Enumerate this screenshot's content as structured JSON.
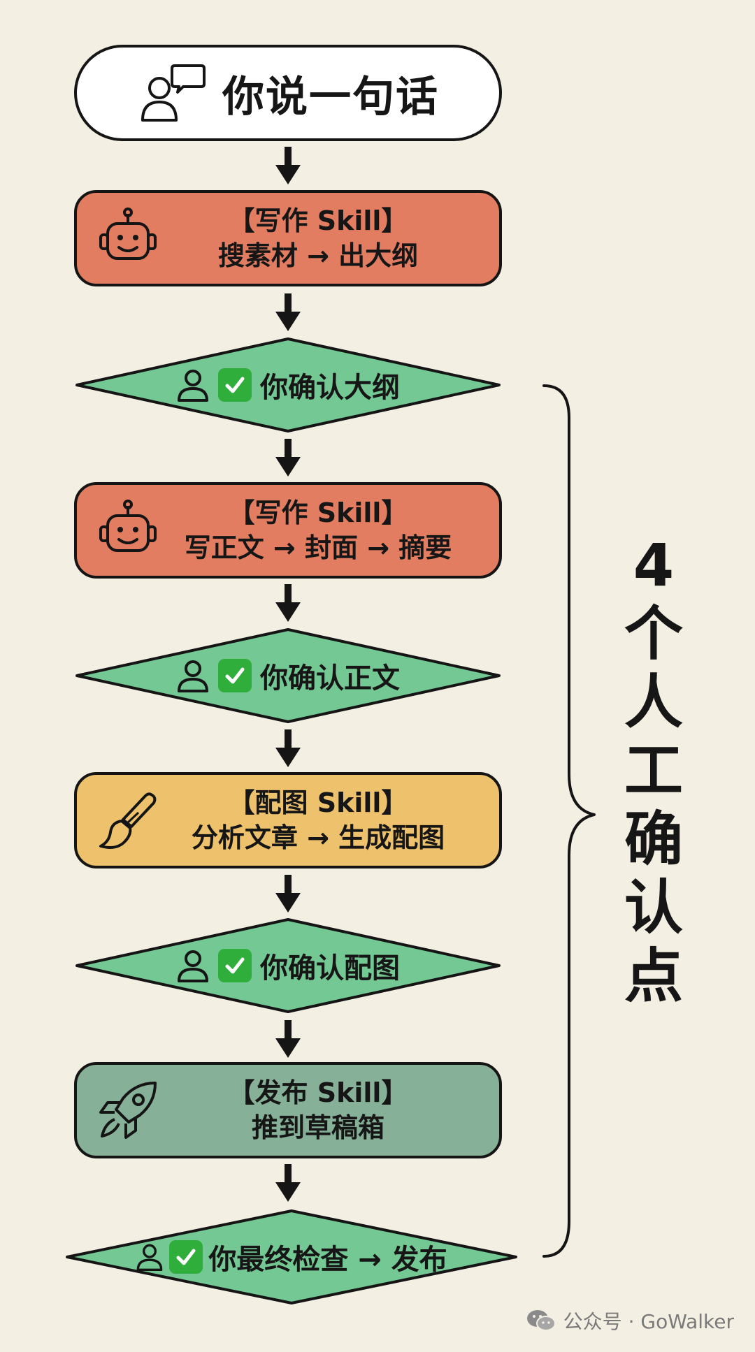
{
  "start": {
    "title": "你说一句话"
  },
  "steps": [
    {
      "type": "skill",
      "color": "#e27d61",
      "icon": "robot-icon",
      "title": "【写作 Skill】",
      "subtitle": "搜素材 → 出大纲"
    },
    {
      "type": "confirm",
      "text": "你确认大纲"
    },
    {
      "type": "skill",
      "color": "#e27d61",
      "icon": "robot-icon",
      "title": "【写作 Skill】",
      "subtitle": "写正文 → 封面 → 摘要"
    },
    {
      "type": "confirm",
      "text": "你确认正文"
    },
    {
      "type": "skill",
      "color": "#eec26c",
      "icon": "paintbrush-icon",
      "title": "【配图 Skill】",
      "subtitle": "分析文章 → 生成配图"
    },
    {
      "type": "confirm",
      "text": "你确认配图"
    },
    {
      "type": "skill",
      "color": "#86b098",
      "icon": "rocket-icon",
      "title": "【发布 Skill】",
      "subtitle": "推到草稿箱"
    },
    {
      "type": "confirm",
      "text": "你最终检查 → 发布"
    }
  ],
  "side_label": "4个人工确认点",
  "watermark": {
    "text": "公众号 · GoWalker",
    "icon": "wechat-icon"
  },
  "colors": {
    "background": "#f4efe3",
    "confirm_fill": "#74c893",
    "check_green": "#2fae3c",
    "outline": "#151515"
  }
}
